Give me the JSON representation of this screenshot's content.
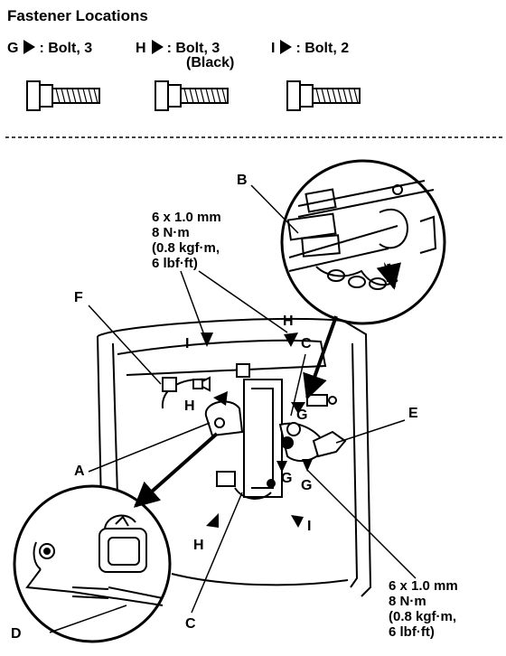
{
  "header": {
    "title": "Fastener Locations"
  },
  "fasteners": [
    {
      "letter": "G",
      "desc": ": Bolt, 3",
      "note": ""
    },
    {
      "letter": "H",
      "desc": ": Bolt, 3",
      "note": "(Black)"
    },
    {
      "letter": "I",
      "desc": ": Bolt, 2",
      "note": ""
    }
  ],
  "specs": {
    "upper": [
      "6 x 1.0 mm",
      "8 N·m",
      "(0.8 kgf·m,",
      "6 lbf·ft)"
    ],
    "lower": [
      "6 x 1.0 mm",
      "8 N·m",
      "(0.8 kgf·m,",
      "6 lbf·ft)"
    ]
  },
  "callouts": {
    "A": "A",
    "B": "B",
    "C": "C",
    "D": "D",
    "E": "E",
    "F": "F",
    "G": "G",
    "H": "H",
    "I": "I"
  }
}
